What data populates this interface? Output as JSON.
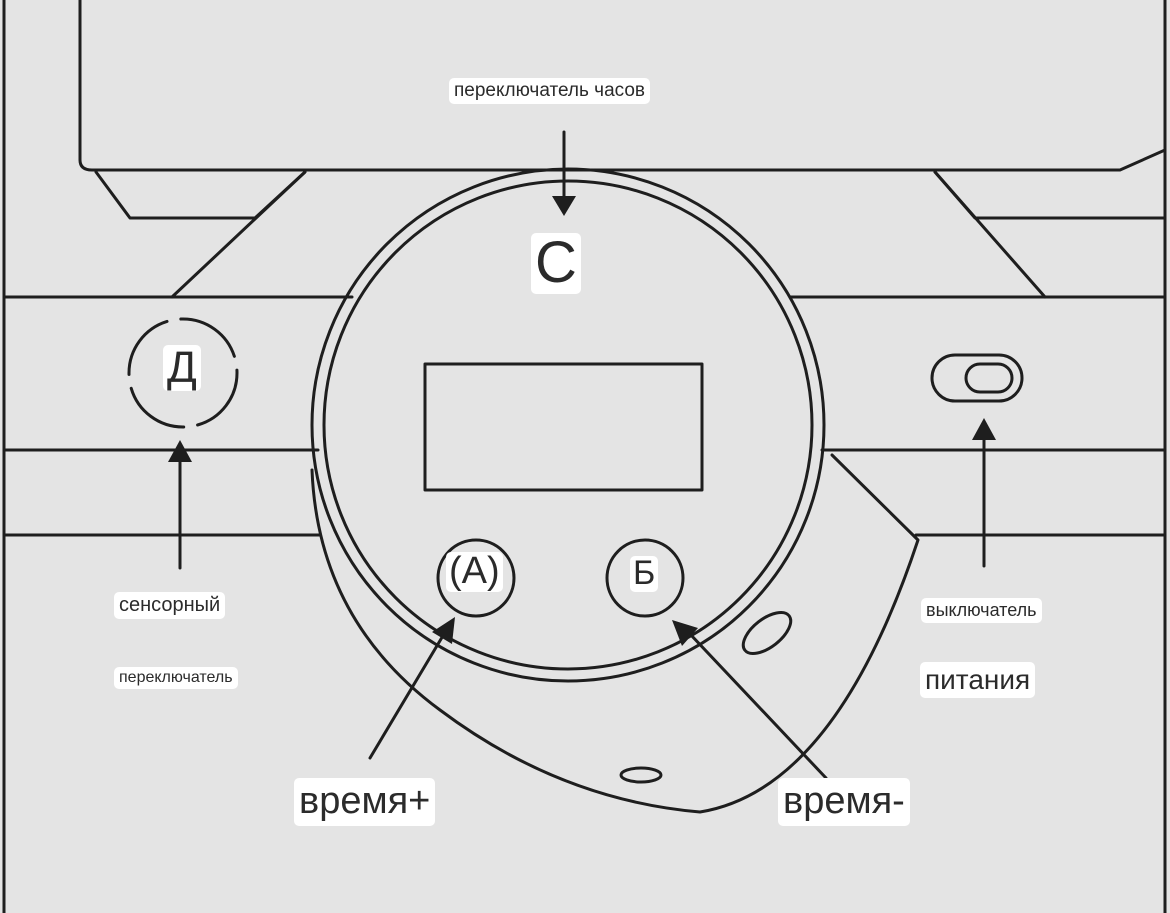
{
  "labels": {
    "clock_switch": "переключатель часов",
    "marker_c": "C",
    "marker_d": "Д",
    "marker_a": "(A)",
    "marker_b": "Б",
    "touch_switch_line1": "сенсорный",
    "touch_switch_line2": "переключатель",
    "power_switch_line1": "выключатель",
    "power_switch_line2": "питания",
    "time_plus": "время+",
    "time_minus": "время-"
  },
  "colors": {
    "background": "#e4e4e4",
    "line": "#1e1e1e",
    "label_background": "#ffffff"
  }
}
